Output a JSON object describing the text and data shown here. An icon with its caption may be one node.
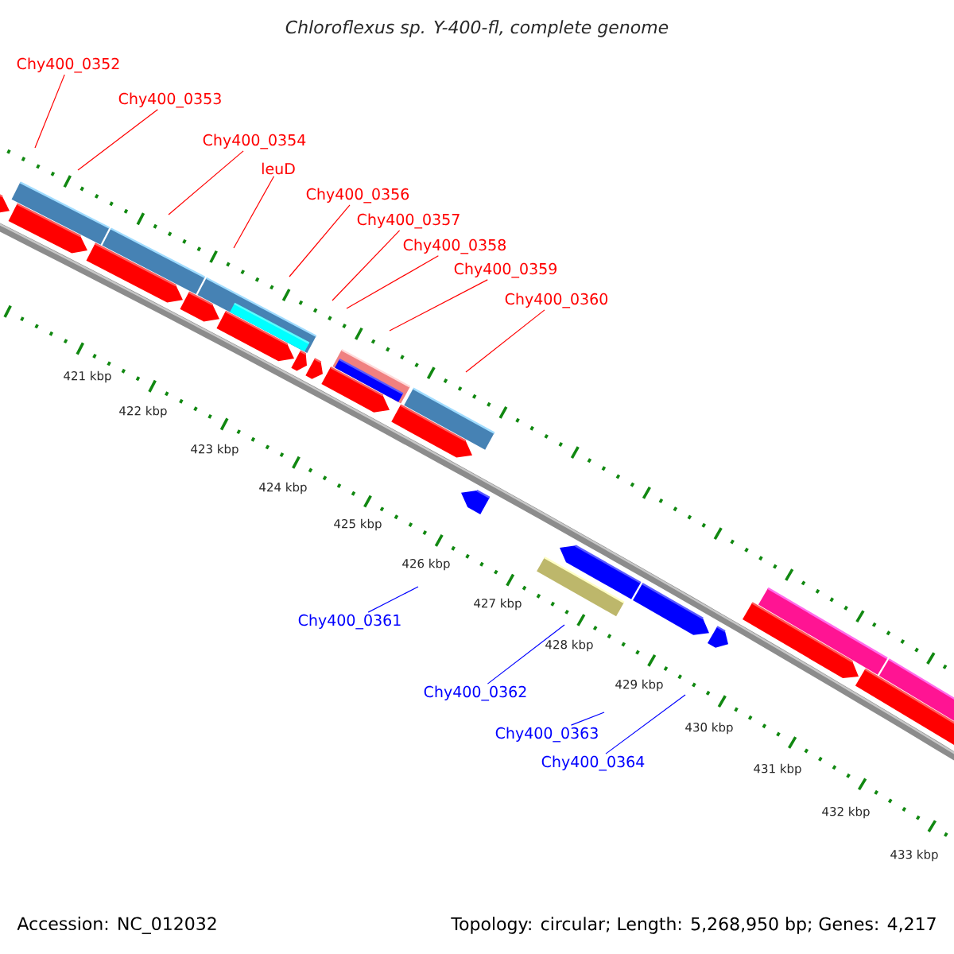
{
  "diagram": {
    "title": "Chloroflexus sp. Y-400-fl, complete genome",
    "nodes": [
      {
        "text": [
          "Chy400_0352"
        ]
      },
      {
        "text": [
          "Chy400_0353"
        ]
      },
      {
        "text": [
          "Chy400_0354"
        ]
      },
      {
        "text": [
          "leuD"
        ]
      },
      {
        "text": [
          "Chy400_0356"
        ]
      },
      {
        "text": [
          "Chy400_0357"
        ]
      },
      {
        "text": [
          "Chy400_0358"
        ]
      },
      {
        "text": [
          "Chy400_0359"
        ]
      },
      {
        "text": [
          "Chy400_0360"
        ]
      },
      {
        "text": [
          "Chy400_0361"
        ]
      },
      {
        "text": [
          "Chy400_0362"
        ]
      },
      {
        "text": [
          "Chy400_0363"
        ]
      },
      {
        "text": [
          "Chy400_0364"
        ]
      }
    ],
    "edges": [
      {
        "from": 0,
        "to": null,
        "arrow": "none"
      },
      {
        "from": 1,
        "to": null,
        "arrow": "none"
      },
      {
        "from": 2,
        "to": null,
        "arrow": "none"
      },
      {
        "from": 3,
        "to": null,
        "arrow": "none"
      },
      {
        "from": 4,
        "to": null,
        "arrow": "none"
      },
      {
        "from": 5,
        "to": null,
        "arrow": "none"
      },
      {
        "from": 6,
        "to": null,
        "arrow": "none"
      },
      {
        "from": 7,
        "to": null,
        "arrow": "none"
      },
      {
        "from": 8,
        "to": null,
        "arrow": "none"
      },
      {
        "from": 9,
        "to": null,
        "arrow": "none",
        "color": "#0000ff"
      },
      {
        "from": 10,
        "to": null,
        "arrow": "none",
        "color": "#0000ff"
      },
      {
        "from": 11,
        "to": null,
        "arrow": "none",
        "color": "#0000ff"
      },
      {
        "from": 12,
        "to": null,
        "arrow": "none",
        "color": "#0000ff"
      }
    ],
    "labels": [
      "421 kbp",
      "422 kbp",
      "423 kbp",
      "424 kbp",
      "425 kbp",
      "426 kbp",
      "427 kbp",
      "428 kbp",
      "429 kbp",
      "430 kbp",
      "431 kbp",
      "432 kbp",
      "433 kbp",
      "Accession: NC_012032",
      "Topology: circular; Length: 5,268,950 bp; Genes: 4,217"
    ]
  }
}
